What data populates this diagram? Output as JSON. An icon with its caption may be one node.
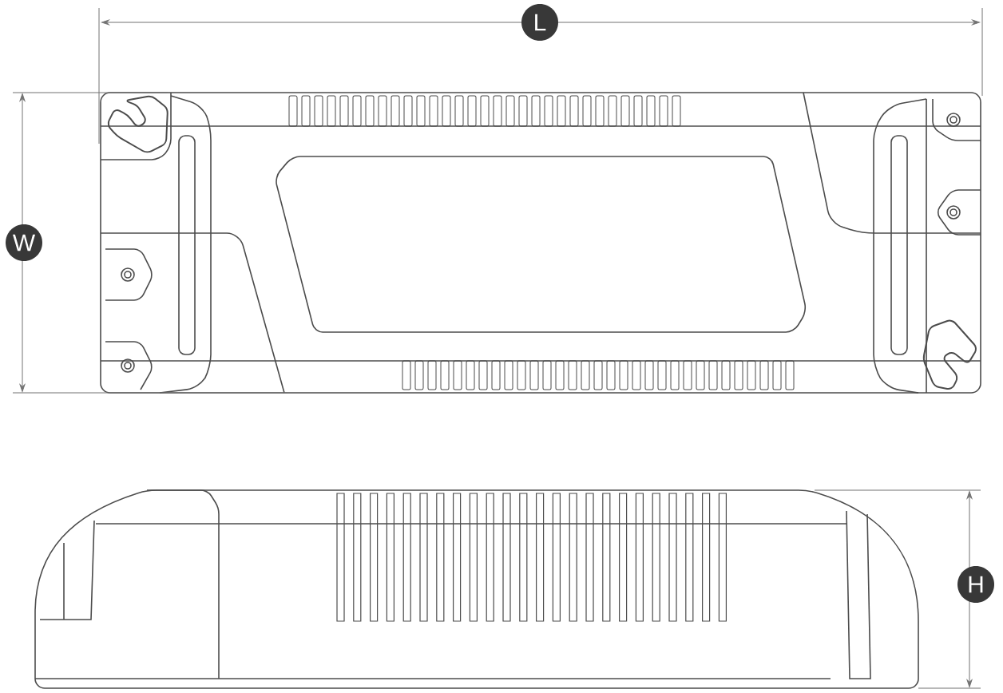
{
  "diagram": {
    "labels": [
      "L",
      "W",
      "H"
    ]
  }
}
